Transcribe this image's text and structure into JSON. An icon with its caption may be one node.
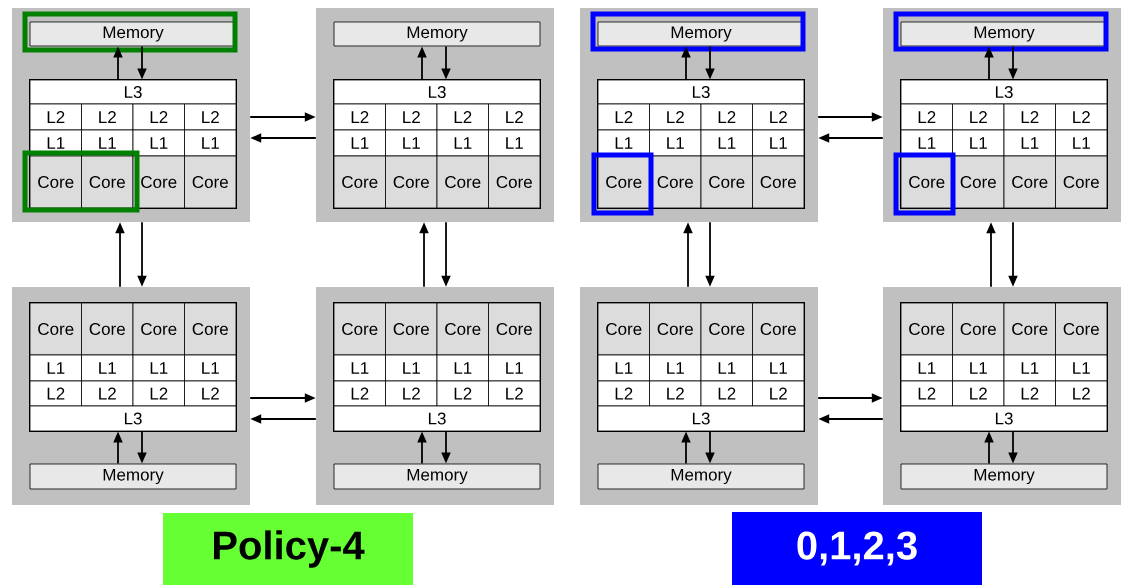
{
  "diagram": {
    "nodes": [
      {
        "text": [],
        "shape": "box"
      },
      {
        "text": [
          "Memory"
        ],
        "in": 0
      },
      {
        "text": [],
        "shape": "box",
        "in": 0
      },
      {
        "text": [
          "L3"
        ],
        "in": 2
      },
      {
        "text": [
          "L2"
        ],
        "in": 2
      },
      {
        "text": [
          "L2"
        ],
        "in": 2
      },
      {
        "text": [
          "L2"
        ],
        "in": 2
      },
      {
        "text": [
          "L2"
        ],
        "in": 2
      },
      {
        "text": [
          "L1"
        ],
        "in": 2
      },
      {
        "text": [
          "L1"
        ],
        "in": 2
      },
      {
        "text": [
          "L1"
        ],
        "in": 2
      },
      {
        "text": [
          "L1"
        ],
        "in": 2
      },
      {
        "text": [
          "Core"
        ],
        "in": 2
      },
      {
        "text": [
          "Core"
        ],
        "in": 2
      },
      {
        "text": [
          "Core"
        ],
        "in": 2
      },
      {
        "text": [
          "Core"
        ],
        "in": 2
      },
      {
        "text": [],
        "shape": "box"
      },
      {
        "text": [
          "Memory"
        ],
        "in": 16
      },
      {
        "text": [],
        "shape": "box",
        "in": 16
      },
      {
        "text": [
          "L3"
        ],
        "in": 18
      },
      {
        "text": [
          "L2"
        ],
        "in": 18
      },
      {
        "text": [
          "L2"
        ],
        "in": 18
      },
      {
        "text": [
          "L2"
        ],
        "in": 18
      },
      {
        "text": [
          "L2"
        ],
        "in": 18
      },
      {
        "text": [
          "L1"
        ],
        "in": 18
      },
      {
        "text": [
          "L1"
        ],
        "in": 18
      },
      {
        "text": [
          "L1"
        ],
        "in": 18
      },
      {
        "text": [
          "L1"
        ],
        "in": 18
      },
      {
        "text": [
          "Core"
        ],
        "in": 18
      },
      {
        "text": [
          "Core"
        ],
        "in": 18
      },
      {
        "text": [
          "Core"
        ],
        "in": 18
      },
      {
        "text": [
          "Core"
        ],
        "in": 18
      },
      {
        "text": [],
        "shape": "box"
      },
      {
        "text": [
          "Memory"
        ],
        "in": 32
      },
      {
        "text": [],
        "shape": "box",
        "in": 32
      },
      {
        "text": [
          "L3"
        ],
        "in": 34
      },
      {
        "text": [
          "L2"
        ],
        "in": 34
      },
      {
        "text": [
          "L2"
        ],
        "in": 34
      },
      {
        "text": [
          "L2"
        ],
        "in": 34
      },
      {
        "text": [
          "L2"
        ],
        "in": 34
      },
      {
        "text": [
          "L1"
        ],
        "in": 34
      },
      {
        "text": [
          "L1"
        ],
        "in": 34
      },
      {
        "text": [
          "L1"
        ],
        "in": 34
      },
      {
        "text": [
          "L1"
        ],
        "in": 34
      },
      {
        "text": [
          "Core"
        ],
        "in": 34
      },
      {
        "text": [
          "Core"
        ],
        "in": 34
      },
      {
        "text": [
          "Core"
        ],
        "in": 34
      },
      {
        "text": [
          "Core"
        ],
        "in": 34
      },
      {
        "text": [],
        "shape": "box"
      },
      {
        "text": [
          "Memory"
        ],
        "in": 48
      },
      {
        "text": [],
        "shape": "box",
        "in": 48
      },
      {
        "text": [
          "L3"
        ],
        "in": 50
      },
      {
        "text": [
          "L2"
        ],
        "in": 50
      },
      {
        "text": [
          "L2"
        ],
        "in": 50
      },
      {
        "text": [
          "L2"
        ],
        "in": 50
      },
      {
        "text": [
          "L2"
        ],
        "in": 50
      },
      {
        "text": [
          "L1"
        ],
        "in": 50
      },
      {
        "text": [
          "L1"
        ],
        "in": 50
      },
      {
        "text": [
          "L1"
        ],
        "in": 50
      },
      {
        "text": [
          "L1"
        ],
        "in": 50
      },
      {
        "text": [
          "Core"
        ],
        "in": 50
      },
      {
        "text": [
          "Core"
        ],
        "in": 50
      },
      {
        "text": [
          "Core"
        ],
        "in": 50
      },
      {
        "text": [
          "Core"
        ],
        "in": 50
      },
      {
        "text": [],
        "shape": "box"
      },
      {
        "text": [],
        "shape": "box",
        "in": 64
      },
      {
        "text": [
          "Core"
        ],
        "in": 65
      },
      {
        "text": [
          "Core"
        ],
        "in": 65
      },
      {
        "text": [
          "Core"
        ],
        "in": 65
      },
      {
        "text": [
          "Core"
        ],
        "in": 65
      },
      {
        "text": [
          "L1"
        ],
        "in": 65
      },
      {
        "text": [
          "L1"
        ],
        "in": 65
      },
      {
        "text": [
          "L1"
        ],
        "in": 65
      },
      {
        "text": [
          "L1"
        ],
        "in": 65
      },
      {
        "text": [
          "L2"
        ],
        "in": 65
      },
      {
        "text": [
          "L2"
        ],
        "in": 65
      },
      {
        "text": [
          "L2"
        ],
        "in": 65
      },
      {
        "text": [
          "L2"
        ],
        "in": 65
      },
      {
        "text": [
          "L3"
        ],
        "in": 65
      },
      {
        "text": [
          "Memory"
        ],
        "in": 64
      },
      {
        "text": [],
        "shape": "box"
      },
      {
        "text": [],
        "shape": "box",
        "in": 80
      },
      {
        "text": [
          "Core"
        ],
        "in": 81
      },
      {
        "text": [
          "Core"
        ],
        "in": 81
      },
      {
        "text": [
          "Core"
        ],
        "in": 81
      },
      {
        "text": [
          "Core"
        ],
        "in": 81
      },
      {
        "text": [
          "L1"
        ],
        "in": 81
      },
      {
        "text": [
          "L1"
        ],
        "in": 81
      },
      {
        "text": [
          "L1"
        ],
        "in": 81
      },
      {
        "text": [
          "L1"
        ],
        "in": 81
      },
      {
        "text": [
          "L2"
        ],
        "in": 81
      },
      {
        "text": [
          "L2"
        ],
        "in": 81
      },
      {
        "text": [
          "L2"
        ],
        "in": 81
      },
      {
        "text": [
          "L2"
        ],
        "in": 81
      },
      {
        "text": [
          "L3"
        ],
        "in": 81
      },
      {
        "text": [
          "Memory"
        ],
        "in": 80
      },
      {
        "text": [],
        "shape": "box"
      },
      {
        "text": [],
        "shape": "box",
        "in": 96
      },
      {
        "text": [
          "Core"
        ],
        "in": 97
      },
      {
        "text": [
          "Core"
        ],
        "in": 97
      },
      {
        "text": [
          "Core"
        ],
        "in": 97
      },
      {
        "text": [
          "Core"
        ],
        "in": 97
      },
      {
        "text": [
          "L1"
        ],
        "in": 97
      },
      {
        "text": [
          "L1"
        ],
        "in": 97
      },
      {
        "text": [
          "L1"
        ],
        "in": 97
      },
      {
        "text": [
          "L1"
        ],
        "in": 97
      },
      {
        "text": [
          "L2"
        ],
        "in": 97
      },
      {
        "text": [
          "L2"
        ],
        "in": 97
      },
      {
        "text": [
          "L2"
        ],
        "in": 97
      },
      {
        "text": [
          "L2"
        ],
        "in": 97
      },
      {
        "text": [
          "L3"
        ],
        "in": 97
      },
      {
        "text": [
          "Memory"
        ],
        "in": 96
      },
      {
        "text": [],
        "shape": "box"
      },
      {
        "text": [],
        "shape": "box",
        "in": 112
      },
      {
        "text": [
          "Core"
        ],
        "in": 113
      },
      {
        "text": [
          "Core"
        ],
        "in": 113
      },
      {
        "text": [
          "Core"
        ],
        "in": 113
      },
      {
        "text": [
          "Core"
        ],
        "in": 113
      },
      {
        "text": [
          "L1"
        ],
        "in": 113
      },
      {
        "text": [
          "L1"
        ],
        "in": 113
      },
      {
        "text": [
          "L1"
        ],
        "in": 113
      },
      {
        "text": [
          "L1"
        ],
        "in": 113
      },
      {
        "text": [
          "L2"
        ],
        "in": 113
      },
      {
        "text": [
          "L2"
        ],
        "in": 113
      },
      {
        "text": [
          "L2"
        ],
        "in": 113
      },
      {
        "text": [
          "L2"
        ],
        "in": 113
      },
      {
        "text": [
          "L3"
        ],
        "in": 113
      },
      {
        "text": [
          "Memory"
        ],
        "in": 112
      },
      {
        "text": [
          "Policy-4"
        ]
      },
      {
        "text": [
          "0,1,2,3"
        ]
      }
    ],
    "edges": [
      {
        "from": 3,
        "to": 1,
        "arrow": "to"
      },
      {
        "from": 1,
        "to": 3,
        "arrow": "to"
      },
      {
        "from": 19,
        "to": 17,
        "arrow": "to"
      },
      {
        "from": 17,
        "to": 19,
        "arrow": "to"
      },
      {
        "from": 35,
        "to": 33,
        "arrow": "to"
      },
      {
        "from": 33,
        "to": 35,
        "arrow": "to"
      },
      {
        "from": 51,
        "to": 49,
        "arrow": "to"
      },
      {
        "from": 49,
        "to": 51,
        "arrow": "to"
      },
      {
        "from": 0,
        "to": 16,
        "arrow": "to"
      },
      {
        "from": 16,
        "to": 0,
        "arrow": "to"
      },
      {
        "from": 32,
        "to": 48,
        "arrow": "to"
      },
      {
        "from": 48,
        "to": 32,
        "arrow": "to"
      },
      {
        "from": 64,
        "to": 0,
        "arrow": "to"
      },
      {
        "from": 0,
        "to": 64,
        "arrow": "to"
      },
      {
        "from": 80,
        "to": 16,
        "arrow": "to"
      },
      {
        "from": 16,
        "to": 80,
        "arrow": "to"
      },
      {
        "from": 96,
        "to": 32,
        "arrow": "to"
      },
      {
        "from": 32,
        "to": 96,
        "arrow": "to"
      },
      {
        "from": 112,
        "to": 48,
        "arrow": "to"
      },
      {
        "from": 48,
        "to": 112,
        "arrow": "to"
      },
      {
        "from": 64,
        "to": 80,
        "arrow": "to"
      },
      {
        "from": 80,
        "to": 64,
        "arrow": "to"
      },
      {
        "from": 96,
        "to": 112,
        "arrow": "to"
      },
      {
        "from": 112,
        "to": 96,
        "arrow": "to"
      },
      {
        "from": 79,
        "to": 78,
        "arrow": "to"
      },
      {
        "from": 78,
        "to": 79,
        "arrow": "to"
      },
      {
        "from": 95,
        "to": 94,
        "arrow": "to"
      },
      {
        "from": 94,
        "to": 95,
        "arrow": "to"
      },
      {
        "from": 111,
        "to": 110,
        "arrow": "to"
      },
      {
        "from": 110,
        "to": 111,
        "arrow": "to"
      },
      {
        "from": 127,
        "to": 126,
        "arrow": "to"
      },
      {
        "from": 126,
        "to": 127,
        "arrow": "to"
      }
    ]
  }
}
